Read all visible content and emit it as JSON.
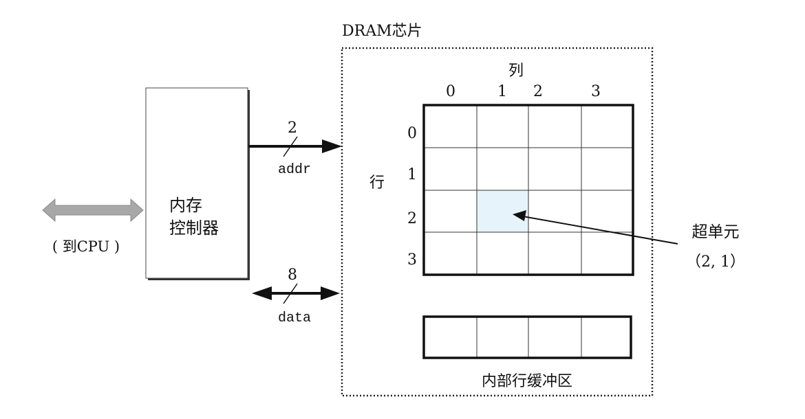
{
  "chip_title": "DRAM芯片",
  "controller": {
    "line1": "内存",
    "line2": "控制器"
  },
  "cpu_label": "( 到CPU )",
  "addr_bus": {
    "width": "2",
    "label": "addr"
  },
  "data_bus": {
    "width": "8",
    "label": "data"
  },
  "array": {
    "col_title": "列",
    "row_title": "行",
    "cols": [
      "0",
      "1",
      "2",
      "3"
    ],
    "rows": [
      "0",
      "1",
      "2",
      "3"
    ],
    "highlight_row": 2,
    "highlight_col": 1,
    "highlight_color": "#e6f3fb"
  },
  "supercell_label": {
    "line1": "超单元",
    "line2": "（2, 1）"
  },
  "row_buffer_label": "内部行缓冲区"
}
